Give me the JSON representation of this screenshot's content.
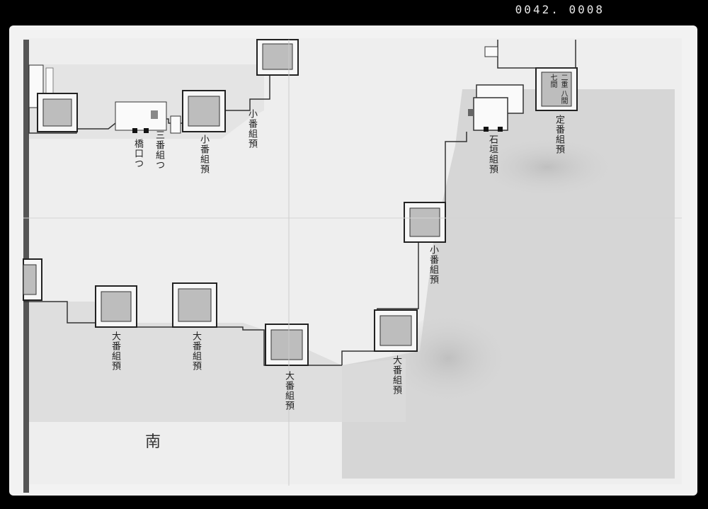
{
  "film_code": "0042. 0008",
  "map": {
    "direction_marker": "南",
    "labels": {
      "guard_a": "大番組預",
      "guard_b": "大番組預",
      "guard_c": "大番組預",
      "guard_d": "大番組預",
      "small_a": "小番組預",
      "small_b": "小番組預",
      "small_c": "小番組預",
      "gate_a": "橋口つ",
      "gate_b": "三番組つ",
      "misc_a": "定番組預",
      "misc_b": "石垣組預"
    },
    "tower_text": {
      "tower_right_top": "二重 八間 七間"
    }
  }
}
